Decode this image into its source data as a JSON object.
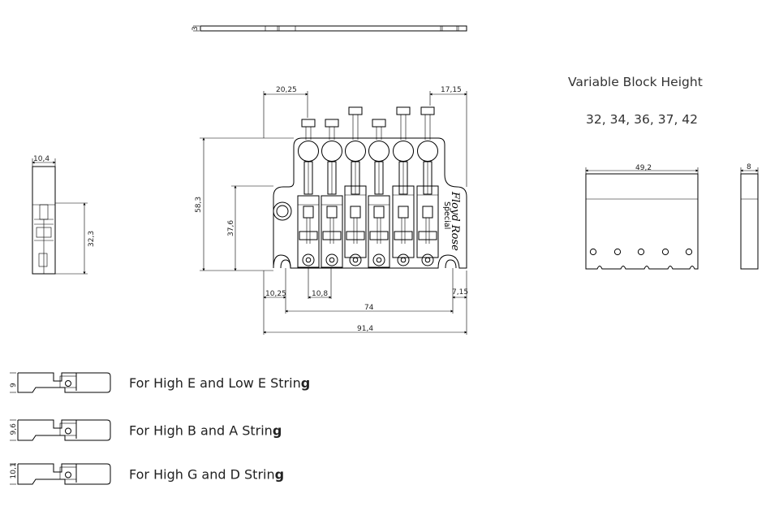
{
  "variable_block": {
    "title": "Variable Block Height",
    "heights": "32, 34, 36, 37, 42",
    "width_dim": "49,2",
    "depth_dim": "8"
  },
  "top_view": {
    "thickness_dim": "3"
  },
  "side_view": {
    "width_dim": "10,4",
    "height_dim": "32,3"
  },
  "main_view": {
    "brand_line1": "Floyd Rose",
    "brand_line2": "Special",
    "dim_left_top": "20,25",
    "dim_right_top": "17,15",
    "dim_total_height": "58,3",
    "dim_inner_height": "37,6",
    "dim_left_bottom": "10,25",
    "dim_spacing": "10,8",
    "dim_right_bottom": "7,15",
    "dim_span": "74",
    "dim_total_width": "91,4"
  },
  "saddles": [
    {
      "dim": "9",
      "caption_main": "For High E and Low E Strin",
      "caption_bold": "g"
    },
    {
      "dim": "9,6",
      "caption_main": "For High B and A Strin",
      "caption_bold": "g"
    },
    {
      "dim": "10,1",
      "caption_main": "For High G and D Strin",
      "caption_bold": "g"
    }
  ]
}
